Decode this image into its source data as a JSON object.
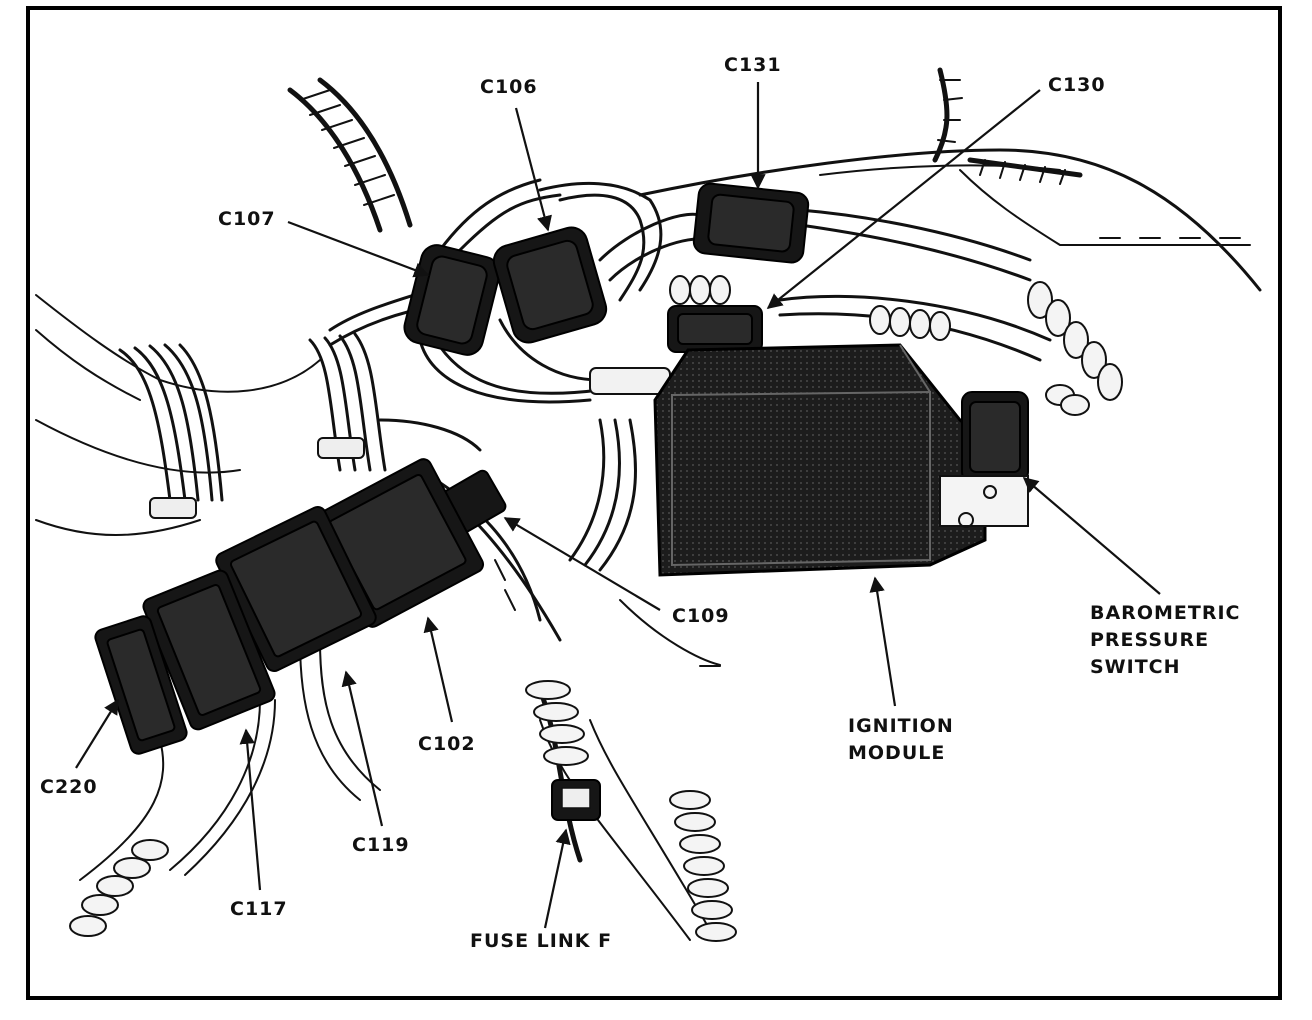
{
  "labels": {
    "c106": "C106",
    "c131": "C131",
    "c130": "C130",
    "c107": "C107",
    "c109": "C109",
    "c102": "C102",
    "c220": "C220",
    "c117": "C117",
    "c119": "C119",
    "fuse_link": "FUSE LINK F",
    "baro_1": "BAROMETRIC",
    "baro_2": "PRESSURE",
    "baro_3": "SWITCH",
    "ign_1": "IGNITION",
    "ign_2": "MODULE"
  }
}
